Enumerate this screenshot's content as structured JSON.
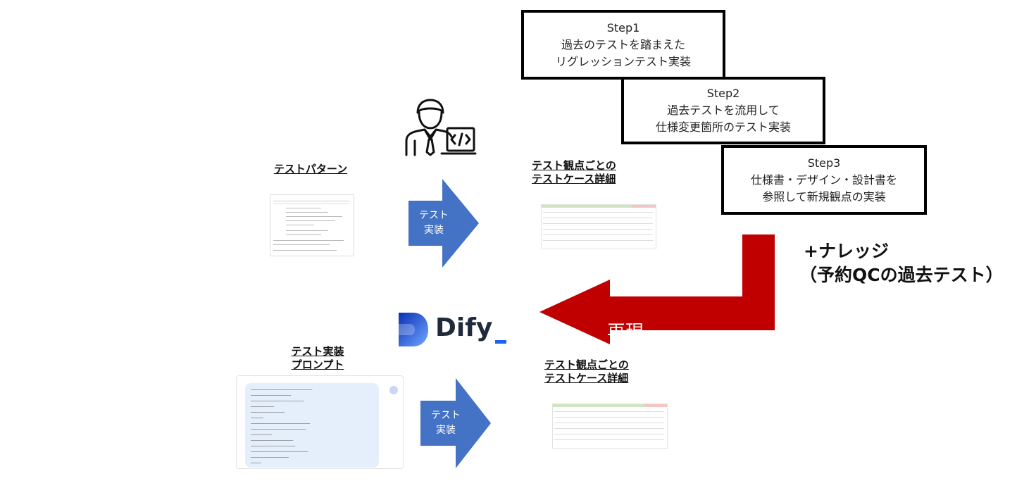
{
  "steps": [
    {
      "title": "Step1",
      "line1": "過去のテストを踏まえた",
      "line2": "リグレッションテスト実装"
    },
    {
      "title": "Step2",
      "line1": "過去テストを流用して",
      "line2": "仕様変更箇所のテスト実装"
    },
    {
      "title": "Step3",
      "line1": "仕様書・デザイン・設計書を",
      "line2": "参照して新規観点の実装"
    }
  ],
  "labels": {
    "test_pattern": "テストパターン",
    "detail_top_1": "テスト観点ごとの",
    "detail_top_2": "テストケース詳細",
    "detail_bottom_1": "テスト観点ごとの",
    "detail_bottom_2": "テストケース詳細",
    "prompt_1": "テスト実装",
    "prompt_2": "プロンプト"
  },
  "arrows": {
    "top_1": "テスト",
    "top_2": "実装",
    "bottom_1": "テスト",
    "bottom_2": "実装",
    "reproduce": "再現"
  },
  "knowledge": {
    "line1": "+ナレッジ",
    "line2": "（予約QCの過去テスト）"
  },
  "logo": {
    "text": "Dify"
  },
  "colors": {
    "blue_arrow": "#4472c4",
    "red_arrow": "#c00000",
    "dify_blue": "#1c64f2"
  }
}
